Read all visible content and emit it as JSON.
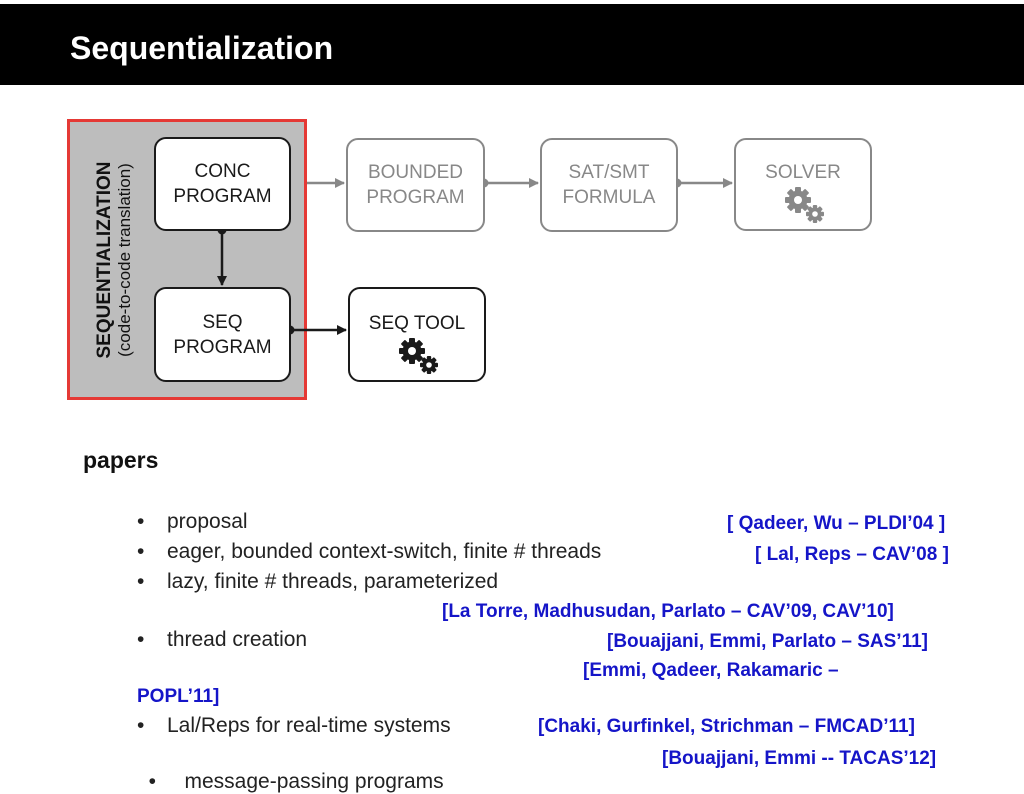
{
  "title": "Sequentialization",
  "diagram": {
    "side_label": {
      "main": "SEQUENTIALIZATION",
      "sub": "(code-to-code translation)"
    },
    "boxes": {
      "conc": [
        "CONC",
        "PROGRAM"
      ],
      "seq": [
        "SEQ",
        "PROGRAM"
      ],
      "bounded": [
        "BOUNDED",
        "PROGRAM"
      ],
      "satsmt": [
        "SAT/SMT",
        "FORMULA"
      ],
      "solver": "SOLVER",
      "seqtool": "SEQ TOOL"
    },
    "icons": {
      "solver": "gears-icon",
      "seqtool": "gears-icon"
    },
    "colors": {
      "highlight_border": "#e53935",
      "panel_bg": "#bdbdbd",
      "inactive": "#888888",
      "citation": "#1515c8"
    }
  },
  "papers": {
    "heading": "papers",
    "bullet": "•",
    "items": [
      {
        "text": "proposal",
        "cite": "[ Qadeer, Wu – PLDI’04 ]"
      },
      {
        "text": "eager, bounded context-switch, finite # threads",
        "cite": "[ Lal, Reps – CAV’08 ]"
      },
      {
        "text": "lazy, finite # threads, parameterized",
        "cite": "[La Torre, Madhusudan, Parlato – CAV’09, CAV’10]"
      },
      {
        "text": "thread creation",
        "cite": "[Bouajjani, Emmi, Parlato – SAS’11]",
        "cite2a": "[Emmi, Qadeer, Rakamaric –",
        "cite2b": "POPL’11]"
      },
      {
        "text": "Lal/Reps for real-time systems",
        "cite": "[Chaki, Gurfinkel, Strichman – FMCAD’11]"
      },
      {
        "text": " message-passing programs",
        "cite": "[Bouajjani, Emmi -- TACAS’12]"
      }
    ]
  }
}
